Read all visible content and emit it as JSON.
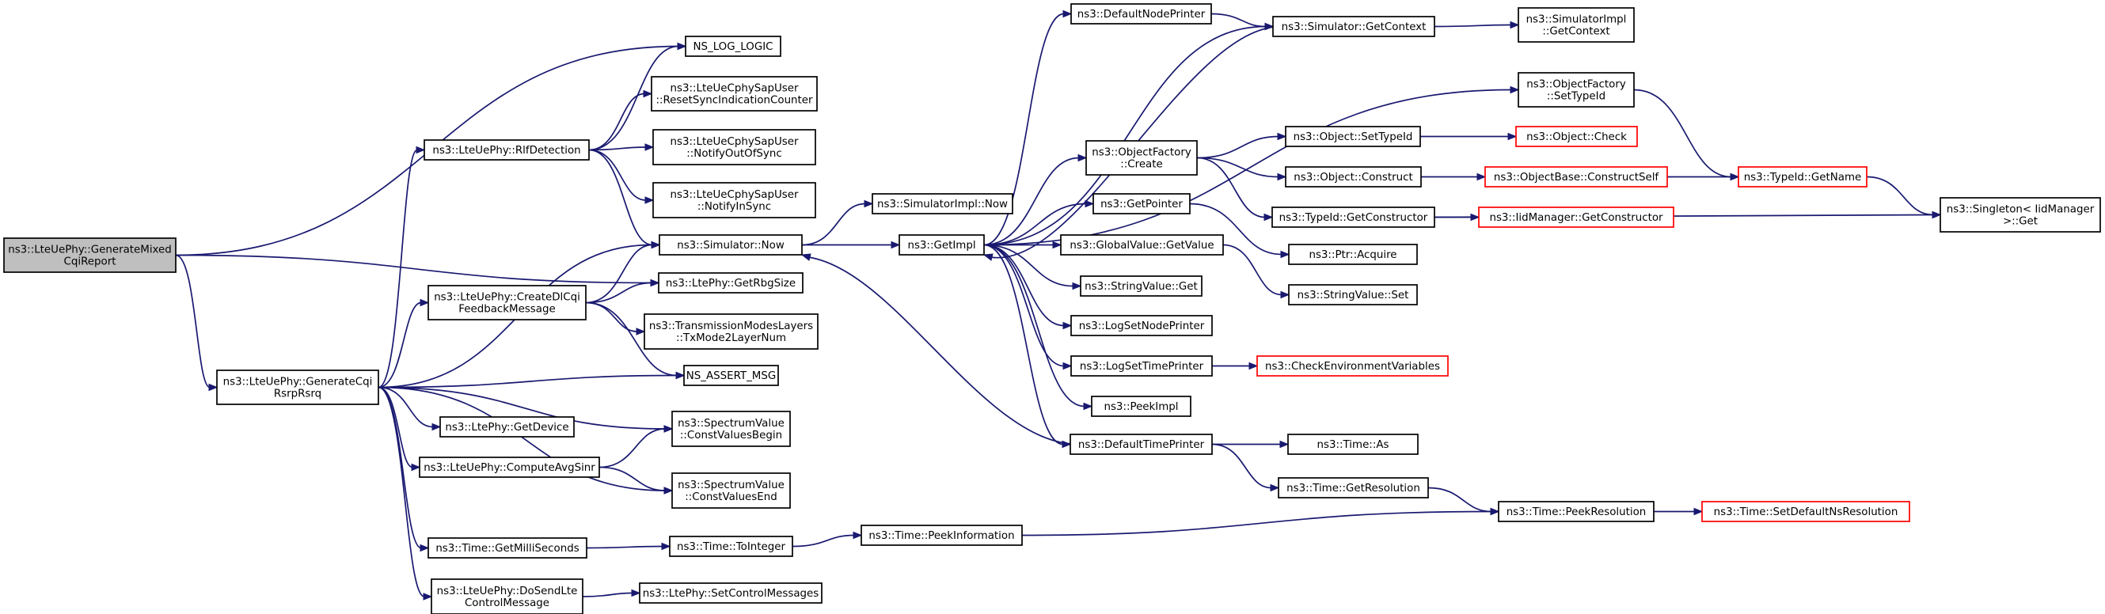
{
  "graph": {
    "edge_color": "#191970",
    "truncated_border_color": "#ff0000",
    "root_fill": "#bfbfbf",
    "nodes": [
      {
        "id": "root",
        "lines": [
          "ns3::LteUePhy::GenerateMixed",
          "CqiReport"
        ],
        "style": "root"
      },
      {
        "id": "nslog",
        "lines": [
          "NS_LOG_LOGIC"
        ]
      },
      {
        "id": "getrbg",
        "lines": [
          "ns3::LtePhy::GetRbgSize"
        ]
      },
      {
        "id": "gencqi",
        "lines": [
          "ns3::LteUePhy::GenerateCqi",
          "RsrpRsrq"
        ]
      },
      {
        "id": "rlf",
        "lines": [
          "ns3::LteUePhy::RlfDetection"
        ]
      },
      {
        "id": "resetsync",
        "lines": [
          "ns3::LteUeCphySapUser",
          "::ResetSyncIndicationCounter"
        ]
      },
      {
        "id": "outsync",
        "lines": [
          "ns3::LteUeCphySapUser",
          "::NotifyOutOfSync"
        ]
      },
      {
        "id": "insync",
        "lines": [
          "ns3::LteUeCphySapUser",
          "::NotifyInSync"
        ]
      },
      {
        "id": "simnow",
        "lines": [
          "ns3::Simulator::Now"
        ]
      },
      {
        "id": "createdl",
        "lines": [
          "ns3::LteUePhy::CreateDlCqi",
          "FeedbackMessage"
        ]
      },
      {
        "id": "txmode",
        "lines": [
          "ns3::TransmissionModesLayers",
          "::TxMode2LayerNum"
        ]
      },
      {
        "id": "assert",
        "lines": [
          "NS_ASSERT_MSG"
        ]
      },
      {
        "id": "getdevice",
        "lines": [
          "ns3::LtePhy::GetDevice"
        ]
      },
      {
        "id": "cvbegin",
        "lines": [
          "ns3::SpectrumValue",
          "::ConstValuesBegin"
        ]
      },
      {
        "id": "avgsinr",
        "lines": [
          "ns3::LteUePhy::ComputeAvgSinr"
        ]
      },
      {
        "id": "cvend",
        "lines": [
          "ns3::SpectrumValue",
          "::ConstValuesEnd"
        ]
      },
      {
        "id": "getms",
        "lines": [
          "ns3::Time::GetMilliSeconds"
        ]
      },
      {
        "id": "tointeger",
        "lines": [
          "ns3::Time::ToInteger"
        ]
      },
      {
        "id": "dosend",
        "lines": [
          "ns3::LteUePhy::DoSendLte",
          "ControlMessage"
        ]
      },
      {
        "id": "setctrl",
        "lines": [
          "ns3::LtePhy::SetControlMessages"
        ]
      },
      {
        "id": "simimplnow",
        "lines": [
          "ns3::SimulatorImpl::Now"
        ]
      },
      {
        "id": "getimpl",
        "lines": [
          "ns3::GetImpl"
        ]
      },
      {
        "id": "peekinfo",
        "lines": [
          "ns3::Time::PeekInformation"
        ]
      },
      {
        "id": "defnodeprinter",
        "lines": [
          "ns3::DefaultNodePrinter"
        ]
      },
      {
        "id": "simgetctx",
        "lines": [
          "ns3::Simulator::GetContext"
        ]
      },
      {
        "id": "simimplgetctx",
        "lines": [
          "ns3::SimulatorImpl",
          "::GetContext"
        ]
      },
      {
        "id": "objfactcreate",
        "lines": [
          "ns3::ObjectFactory",
          "::Create"
        ]
      },
      {
        "id": "objfactsettype",
        "lines": [
          "ns3::ObjectFactory",
          "::SetTypeId"
        ]
      },
      {
        "id": "objsettype",
        "lines": [
          "ns3::Object::SetTypeId"
        ]
      },
      {
        "id": "objcheck",
        "lines": [
          "ns3::Object::Check"
        ],
        "style": "trunc"
      },
      {
        "id": "objconstruct",
        "lines": [
          "ns3::Object::Construct"
        ]
      },
      {
        "id": "objbaseconstruct",
        "lines": [
          "ns3::ObjectBase::ConstructSelf"
        ],
        "style": "trunc"
      },
      {
        "id": "typeidgetname",
        "lines": [
          "ns3::TypeId::GetName"
        ],
        "style": "trunc"
      },
      {
        "id": "typeidgetctor",
        "lines": [
          "ns3::TypeId::GetConstructor"
        ]
      },
      {
        "id": "iidgetctor",
        "lines": [
          "ns3::IidManager::GetConstructor"
        ],
        "style": "trunc"
      },
      {
        "id": "singleton",
        "lines": [
          "ns3::Singleton< IidManager",
          ">::Get"
        ]
      },
      {
        "id": "getpointer",
        "lines": [
          "ns3::GetPointer"
        ]
      },
      {
        "id": "ptracquire",
        "lines": [
          "ns3::Ptr::Acquire"
        ]
      },
      {
        "id": "globalvalue",
        "lines": [
          "ns3::GlobalValue::GetValue"
        ]
      },
      {
        "id": "stringvalueget",
        "lines": [
          "ns3::StringValue::Get"
        ]
      },
      {
        "id": "stringvalueset",
        "lines": [
          "ns3::StringValue::Set"
        ]
      },
      {
        "id": "lognodeprinter",
        "lines": [
          "ns3::LogSetNodePrinter"
        ]
      },
      {
        "id": "logtimeprinter",
        "lines": [
          "ns3::LogSetTimePrinter"
        ]
      },
      {
        "id": "checkenv",
        "lines": [
          "ns3::CheckEnvironmentVariables"
        ],
        "style": "trunc"
      },
      {
        "id": "peekimpl",
        "lines": [
          "ns3::PeekImpl"
        ]
      },
      {
        "id": "deftimeprinter",
        "lines": [
          "ns3::DefaultTimePrinter"
        ]
      },
      {
        "id": "timeas",
        "lines": [
          "ns3::Time::As"
        ]
      },
      {
        "id": "timegetres",
        "lines": [
          "ns3::Time::GetResolution"
        ]
      },
      {
        "id": "timepeekres",
        "lines": [
          "ns3::Time::PeekResolution"
        ]
      },
      {
        "id": "timesetdefault",
        "lines": [
          "ns3::Time::SetDefaultNsResolution"
        ],
        "style": "trunc"
      }
    ],
    "edges": [
      [
        "root",
        "nslog"
      ],
      [
        "root",
        "getrbg"
      ],
      [
        "root",
        "gencqi"
      ],
      [
        "gencqi",
        "rlf"
      ],
      [
        "gencqi",
        "simnow"
      ],
      [
        "gencqi",
        "createdl"
      ],
      [
        "gencqi",
        "assert"
      ],
      [
        "gencqi",
        "getdevice"
      ],
      [
        "gencqi",
        "cvbegin"
      ],
      [
        "gencqi",
        "avgsinr"
      ],
      [
        "gencqi",
        "cvend"
      ],
      [
        "gencqi",
        "getms"
      ],
      [
        "gencqi",
        "dosend"
      ],
      [
        "rlf",
        "nslog"
      ],
      [
        "rlf",
        "resetsync"
      ],
      [
        "rlf",
        "outsync"
      ],
      [
        "rlf",
        "insync"
      ],
      [
        "rlf",
        "simnow"
      ],
      [
        "createdl",
        "simnow"
      ],
      [
        "createdl",
        "getrbg"
      ],
      [
        "createdl",
        "txmode"
      ],
      [
        "createdl",
        "assert"
      ],
      [
        "avgsinr",
        "cvbegin"
      ],
      [
        "avgsinr",
        "cvend"
      ],
      [
        "getms",
        "tointeger"
      ],
      [
        "tointeger",
        "peekinfo"
      ],
      [
        "peekinfo",
        "timepeekres"
      ],
      [
        "dosend",
        "setctrl"
      ],
      [
        "simnow",
        "simimplnow"
      ],
      [
        "simnow",
        "getimpl"
      ],
      [
        "getimpl",
        "defnodeprinter"
      ],
      [
        "getimpl",
        "simgetctx"
      ],
      [
        "getimpl",
        "objfactsettype"
      ],
      [
        "getimpl",
        "objfactcreate"
      ],
      [
        "getimpl",
        "getpointer"
      ],
      [
        "getimpl",
        "globalvalue"
      ],
      [
        "getimpl",
        "stringvalueget"
      ],
      [
        "getimpl",
        "lognodeprinter"
      ],
      [
        "getimpl",
        "logtimeprinter"
      ],
      [
        "getimpl",
        "peekimpl"
      ],
      [
        "getimpl",
        "deftimeprinter"
      ],
      [
        "defnodeprinter",
        "simgetctx"
      ],
      [
        "simgetctx",
        "simimplgetctx"
      ],
      [
        "simgetctx",
        "getimpl"
      ],
      [
        "objfactsettype",
        "typeidgetname"
      ],
      [
        "objfactcreate",
        "objsettype"
      ],
      [
        "objfactcreate",
        "objconstruct"
      ],
      [
        "objfactcreate",
        "typeidgetctor"
      ],
      [
        "objsettype",
        "objcheck"
      ],
      [
        "objconstruct",
        "objbaseconstruct"
      ],
      [
        "objbaseconstruct",
        "typeidgetname"
      ],
      [
        "typeidgetname",
        "singleton"
      ],
      [
        "typeidgetctor",
        "iidgetctor"
      ],
      [
        "typeidgetctor",
        "singleton"
      ],
      [
        "getpointer",
        "ptracquire"
      ],
      [
        "globalvalue",
        "stringvalueset"
      ],
      [
        "logtimeprinter",
        "checkenv"
      ],
      [
        "deftimeprinter",
        "simnow"
      ],
      [
        "deftimeprinter",
        "timeas"
      ],
      [
        "deftimeprinter",
        "timegetres"
      ],
      [
        "timegetres",
        "timepeekres"
      ],
      [
        "timepeekres",
        "timesetdefault"
      ]
    ]
  }
}
